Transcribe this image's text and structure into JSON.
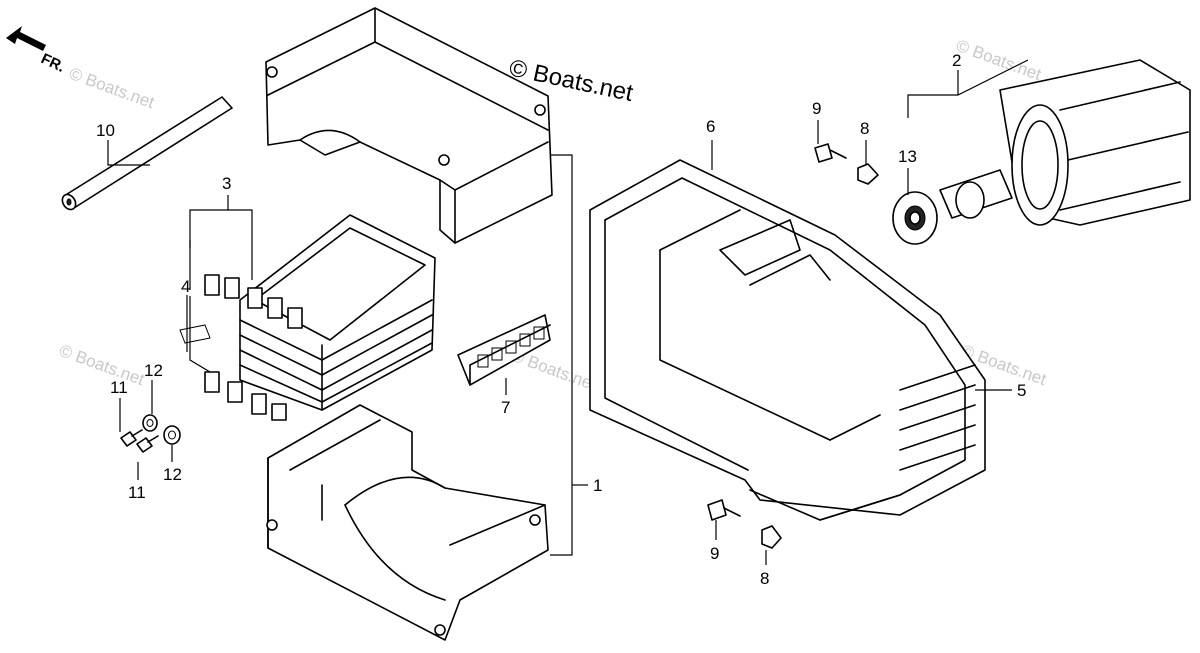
{
  "copyright": "© Boats.net",
  "watermarks": [
    "© Boats.net",
    "© Boats.net",
    "© Boats.net",
    "© Boats.net",
    "© Boats.net"
  ],
  "direction": {
    "label": "FR.",
    "icon": "front-arrow-icon"
  },
  "callouts": [
    {
      "id": "c1",
      "number": "1"
    },
    {
      "id": "c2",
      "number": "2"
    },
    {
      "id": "c3",
      "number": "3"
    },
    {
      "id": "c4",
      "number": "4"
    },
    {
      "id": "c5",
      "number": "5"
    },
    {
      "id": "c6",
      "number": "6"
    },
    {
      "id": "c7",
      "number": "7"
    },
    {
      "id": "c8a",
      "number": "8"
    },
    {
      "id": "c8b",
      "number": "8"
    },
    {
      "id": "c9a",
      "number": "9"
    },
    {
      "id": "c9b",
      "number": "9"
    },
    {
      "id": "c10",
      "number": "10"
    },
    {
      "id": "c11a",
      "number": "11"
    },
    {
      "id": "c11b",
      "number": "11"
    },
    {
      "id": "c12a",
      "number": "12"
    },
    {
      "id": "c12b",
      "number": "12"
    },
    {
      "id": "c13",
      "number": "13"
    }
  ],
  "colors": {
    "line": "#000000",
    "background": "#ffffff",
    "watermark": "#c8c8c8"
  }
}
